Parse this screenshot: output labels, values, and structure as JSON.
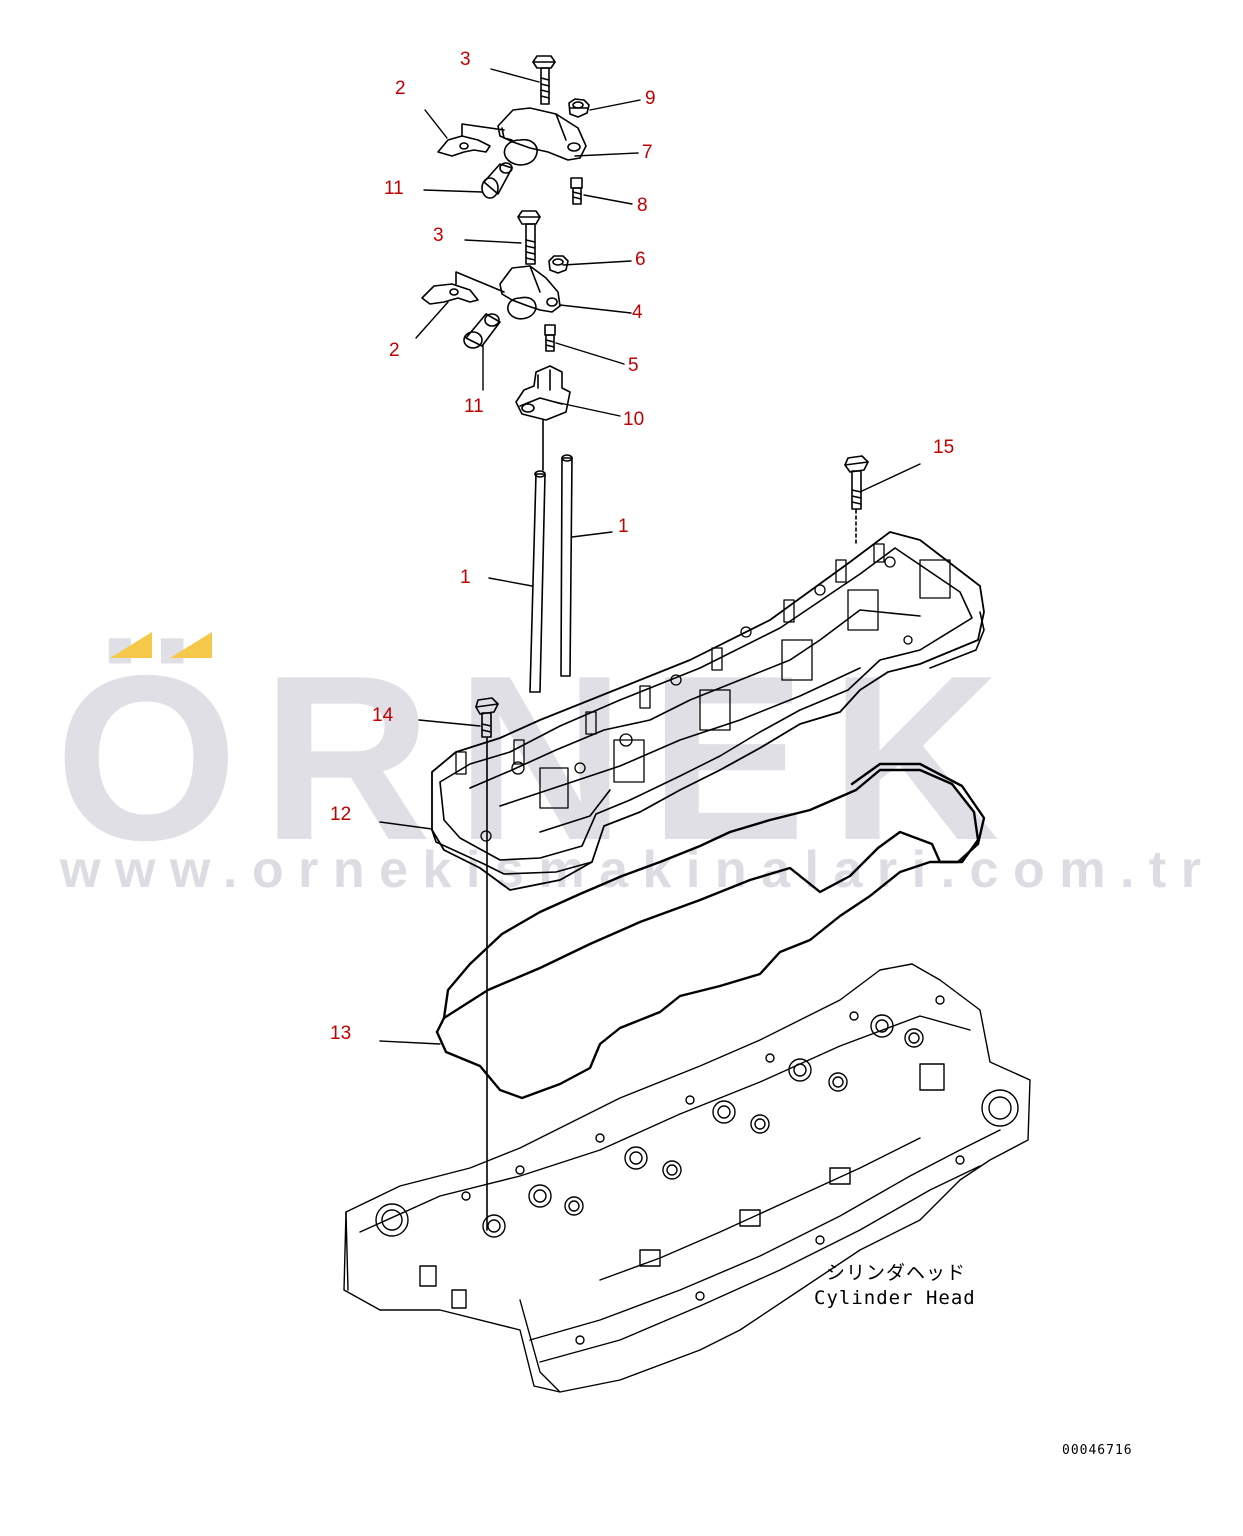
{
  "colors": {
    "callout_red": "#c00000",
    "line_black": "#000000",
    "watermark_gray": "#dcdce3",
    "watermark_accent": "#f5c84a"
  },
  "watermark": {
    "brand": "ÖRNEK",
    "url": "www.ornekismakinalari.com.tr"
  },
  "callouts": [
    {
      "id": "c3a",
      "label": "3"
    },
    {
      "id": "c2a",
      "label": "2"
    },
    {
      "id": "c9",
      "label": "9"
    },
    {
      "id": "c7",
      "label": "7"
    },
    {
      "id": "c11a",
      "label": "11"
    },
    {
      "id": "c8",
      "label": "8"
    },
    {
      "id": "c3b",
      "label": "3"
    },
    {
      "id": "c6",
      "label": "6"
    },
    {
      "id": "c4",
      "label": "4"
    },
    {
      "id": "c2b",
      "label": "2"
    },
    {
      "id": "c5",
      "label": "5"
    },
    {
      "id": "c11b",
      "label": "11"
    },
    {
      "id": "c10",
      "label": "10"
    },
    {
      "id": "c15",
      "label": "15"
    },
    {
      "id": "c1a",
      "label": "1"
    },
    {
      "id": "c1b",
      "label": "1"
    },
    {
      "id": "c14",
      "label": "14"
    },
    {
      "id": "c12",
      "label": "12"
    },
    {
      "id": "c13",
      "label": "13"
    }
  ],
  "caption": {
    "japanese": "シリンダヘッド",
    "english": "Cylinder Head"
  },
  "doc_id": "00046716"
}
